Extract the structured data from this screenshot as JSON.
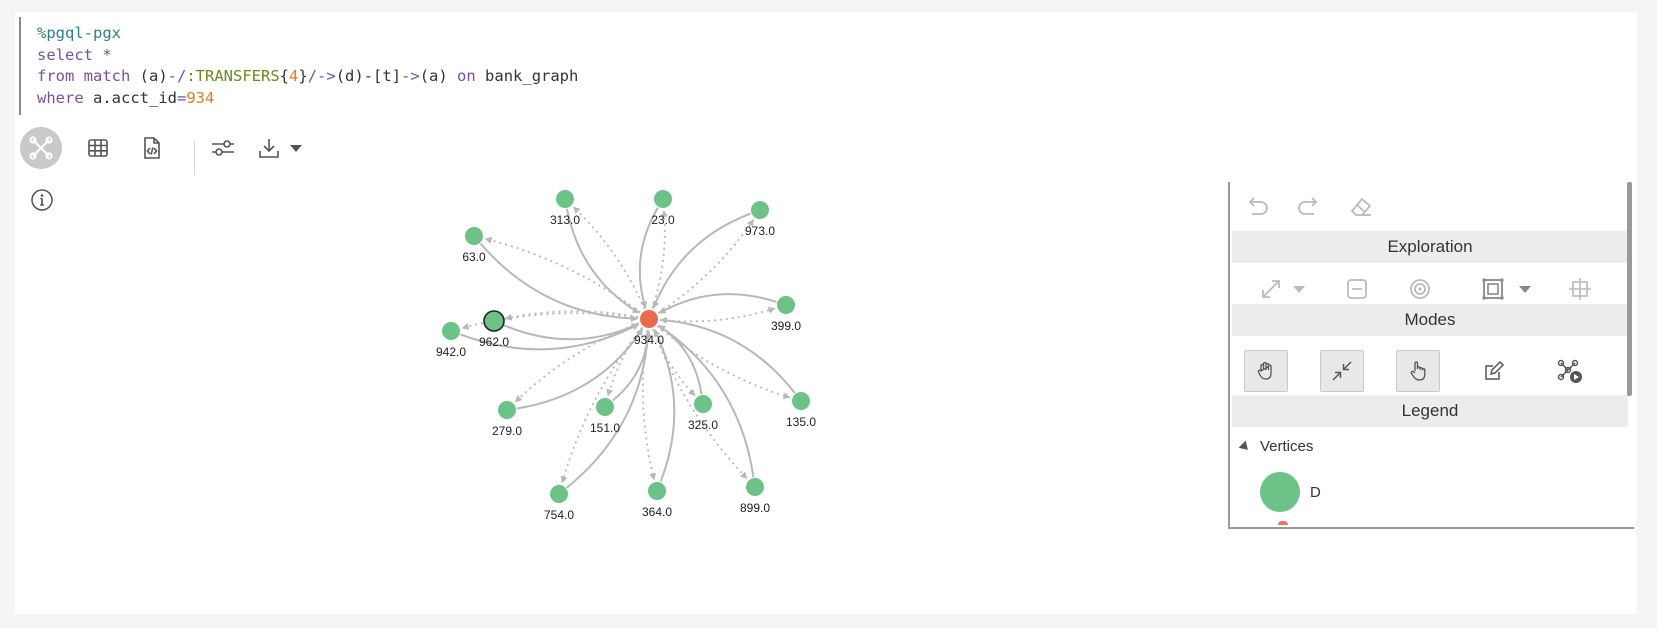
{
  "code": {
    "lines": [
      [
        {
          "t": "%pgql-pgx",
          "c": "mag"
        }
      ],
      [
        {
          "t": "select ",
          "c": "kw"
        },
        {
          "t": "*",
          "c": "op"
        }
      ],
      [
        {
          "t": "from ",
          "c": "kw"
        },
        {
          "t": "match ",
          "c": "kw"
        },
        {
          "t": "(a)",
          "c": "plain"
        },
        {
          "t": "-/",
          "c": "op"
        },
        {
          "t": ":TRANSFERS",
          "c": "lbl"
        },
        {
          "t": "{",
          "c": "plain"
        },
        {
          "t": "4",
          "c": "num"
        },
        {
          "t": "}",
          "c": "plain"
        },
        {
          "t": "/->",
          "c": "op"
        },
        {
          "t": "(d)",
          "c": "plain"
        },
        {
          "t": "-[t]",
          "c": "plain"
        },
        {
          "t": "->",
          "c": "op"
        },
        {
          "t": "(a) ",
          "c": "plain"
        },
        {
          "t": "on ",
          "c": "kw"
        },
        {
          "t": "bank_graph",
          "c": "plain"
        }
      ],
      [
        {
          "t": "where ",
          "c": "kw"
        },
        {
          "t": "a.acct_id",
          "c": "plain"
        },
        {
          "t": "=",
          "c": "op"
        },
        {
          "t": "934",
          "c": "num"
        }
      ]
    ]
  },
  "toolbar": {
    "items": [
      "graph-view-icon",
      "table-view-icon",
      "code-file-icon",
      "settings-sliders-icon",
      "download-icon",
      "chevron-down-icon"
    ],
    "active": "graph-view-icon"
  },
  "colors": {
    "vertex": "#6cc287",
    "center": "#ea6a4f",
    "edge": "#b8b8b8"
  },
  "graph": {
    "center": {
      "id": "934.0"
    },
    "vertices": [
      {
        "id": "313.0",
        "solid": "in",
        "dotted": "out"
      },
      {
        "id": "23.0",
        "solid": "in",
        "dotted": "out"
      },
      {
        "id": "973.0",
        "solid": "in",
        "dotted": "out"
      },
      {
        "id": "63.0",
        "solid": "in",
        "dotted": "out"
      },
      {
        "id": "399.0",
        "solid": "in",
        "dotted": "out"
      },
      {
        "id": "962.0",
        "solid": "in",
        "dotted": "out",
        "selected": true
      },
      {
        "id": "942.0",
        "solid": "in",
        "dotted": "out"
      },
      {
        "id": "279.0",
        "solid": "in",
        "dotted": "out"
      },
      {
        "id": "151.0",
        "solid": "in",
        "dotted": "out"
      },
      {
        "id": "325.0",
        "solid": "in",
        "dotted": "out"
      },
      {
        "id": "135.0",
        "solid": "in",
        "dotted": "out"
      },
      {
        "id": "754.0",
        "solid": "in",
        "dotted": "out"
      },
      {
        "id": "364.0",
        "solid": "in",
        "dotted": "out"
      },
      {
        "id": "899.0",
        "solid": "in",
        "dotted": "out"
      }
    ]
  },
  "panel": {
    "history": [
      "undo-icon",
      "redo-icon",
      "eraser-icon"
    ],
    "exploration": {
      "title": "Exploration",
      "tools": [
        "expand-icon",
        "chevron-down-icon",
        "collapse-icon",
        "focus-target-icon",
        "group-icon",
        "chevron-down-icon",
        "drop-icon"
      ]
    },
    "modes": {
      "title": "Modes",
      "items": [
        {
          "icon": "hand-grab-icon",
          "active": true
        },
        {
          "icon": "fit-arrows-icon",
          "active": true
        },
        {
          "icon": "pointer-hand-icon",
          "active": true
        },
        {
          "icon": "edit-icon",
          "active": false
        },
        {
          "icon": "graph-play-icon",
          "active": false
        }
      ]
    },
    "legend": {
      "title": "Legend",
      "group": "Vertices",
      "items": [
        {
          "label": "D",
          "color": "#6cc287"
        }
      ]
    }
  }
}
